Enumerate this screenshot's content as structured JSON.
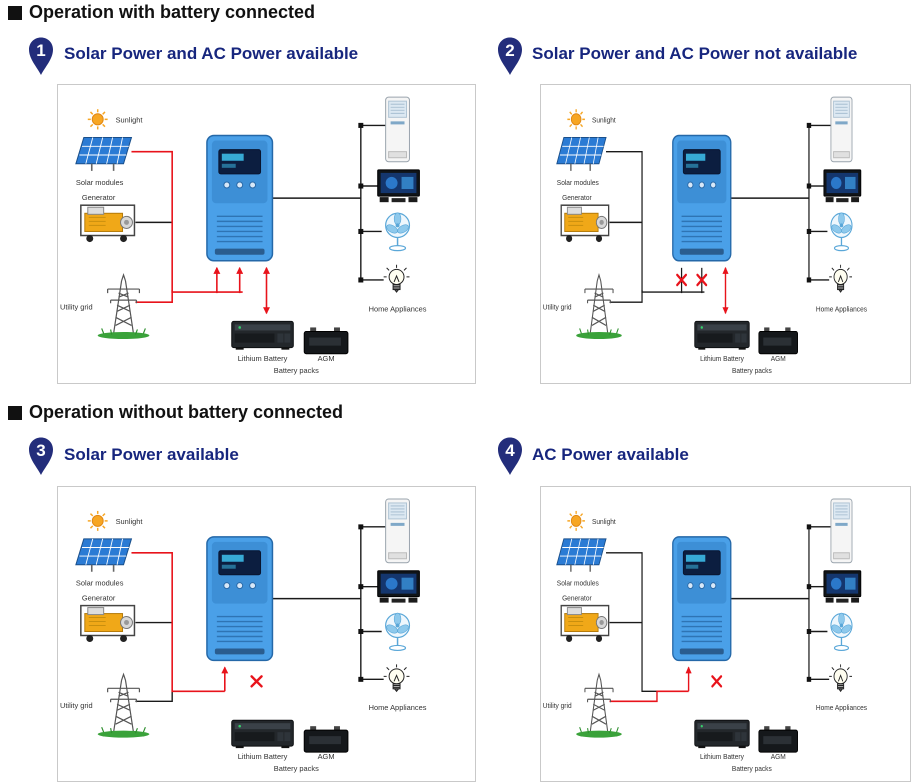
{
  "sections": [
    {
      "heading": "Operation with battery connected"
    },
    {
      "heading": "Operation without battery connected"
    }
  ],
  "panels": [
    {
      "number": "1",
      "title": "Solar Power and AC Power available"
    },
    {
      "number": "2",
      "title": "Solar Power and AC Power not available"
    },
    {
      "number": "3",
      "title": "Solar Power available"
    },
    {
      "number": "4",
      "title": "AC Power available"
    }
  ],
  "diagram_labels": {
    "sunlight": "Sunlight",
    "solar_modules": "Solar modules",
    "generator": "Generator",
    "utility_grid": "Utility grid",
    "home_appliances": "Home Appliances",
    "lithium_battery": "Lithium Battery",
    "agm": "AGM",
    "battery_packs": "Battery packs"
  },
  "colors": {
    "title_navy": "#17267e",
    "badge_navy": "#232d7b",
    "wire_red": "#e8131b",
    "wire_black": "#1a1a1a",
    "inverter_blue": "#4aa0e8",
    "solar_blue": "#2b7bd4",
    "generator_yellow": "#f0a818",
    "grass_green": "#3aa23a",
    "sun_orange": "#f7a623"
  }
}
